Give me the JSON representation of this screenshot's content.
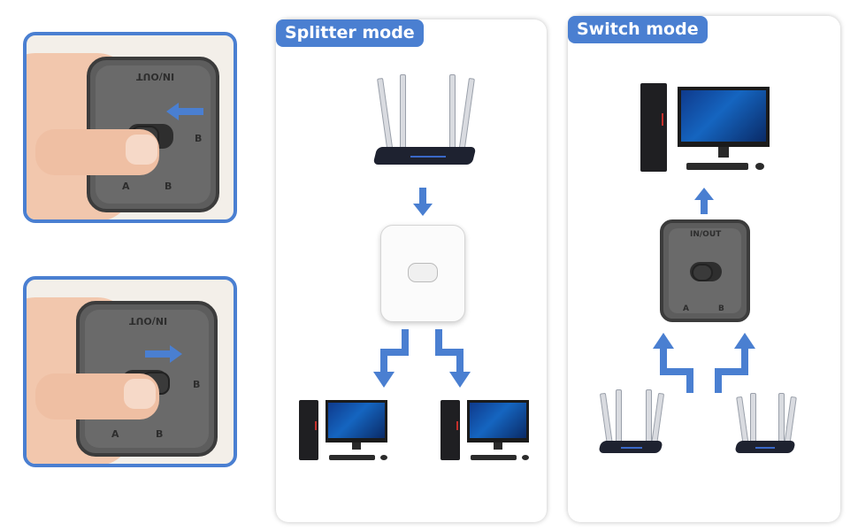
{
  "photos": [
    {
      "name": "switch-photo-left",
      "labels": {
        "top": "IN/OUT",
        "a": "A",
        "b": "B"
      }
    },
    {
      "name": "switch-photo-right",
      "labels": {
        "top": "IN/OUT",
        "a": "A",
        "b": "B"
      }
    }
  ],
  "splitter": {
    "title": "Splitter mode"
  },
  "switch_mode": {
    "title": "Switch mode",
    "device_labels": {
      "top": "IN/OUT",
      "a": "A",
      "b": "B"
    }
  },
  "colors": {
    "accent": "#4a7fd1",
    "frame_border": "#4a7fd1",
    "panel_bg": "#ffffff"
  },
  "icons": {
    "router": "router-icon",
    "computer": "desktop-computer-icon",
    "switch": "switch-box-icon",
    "arrow": "arrow-icon"
  }
}
